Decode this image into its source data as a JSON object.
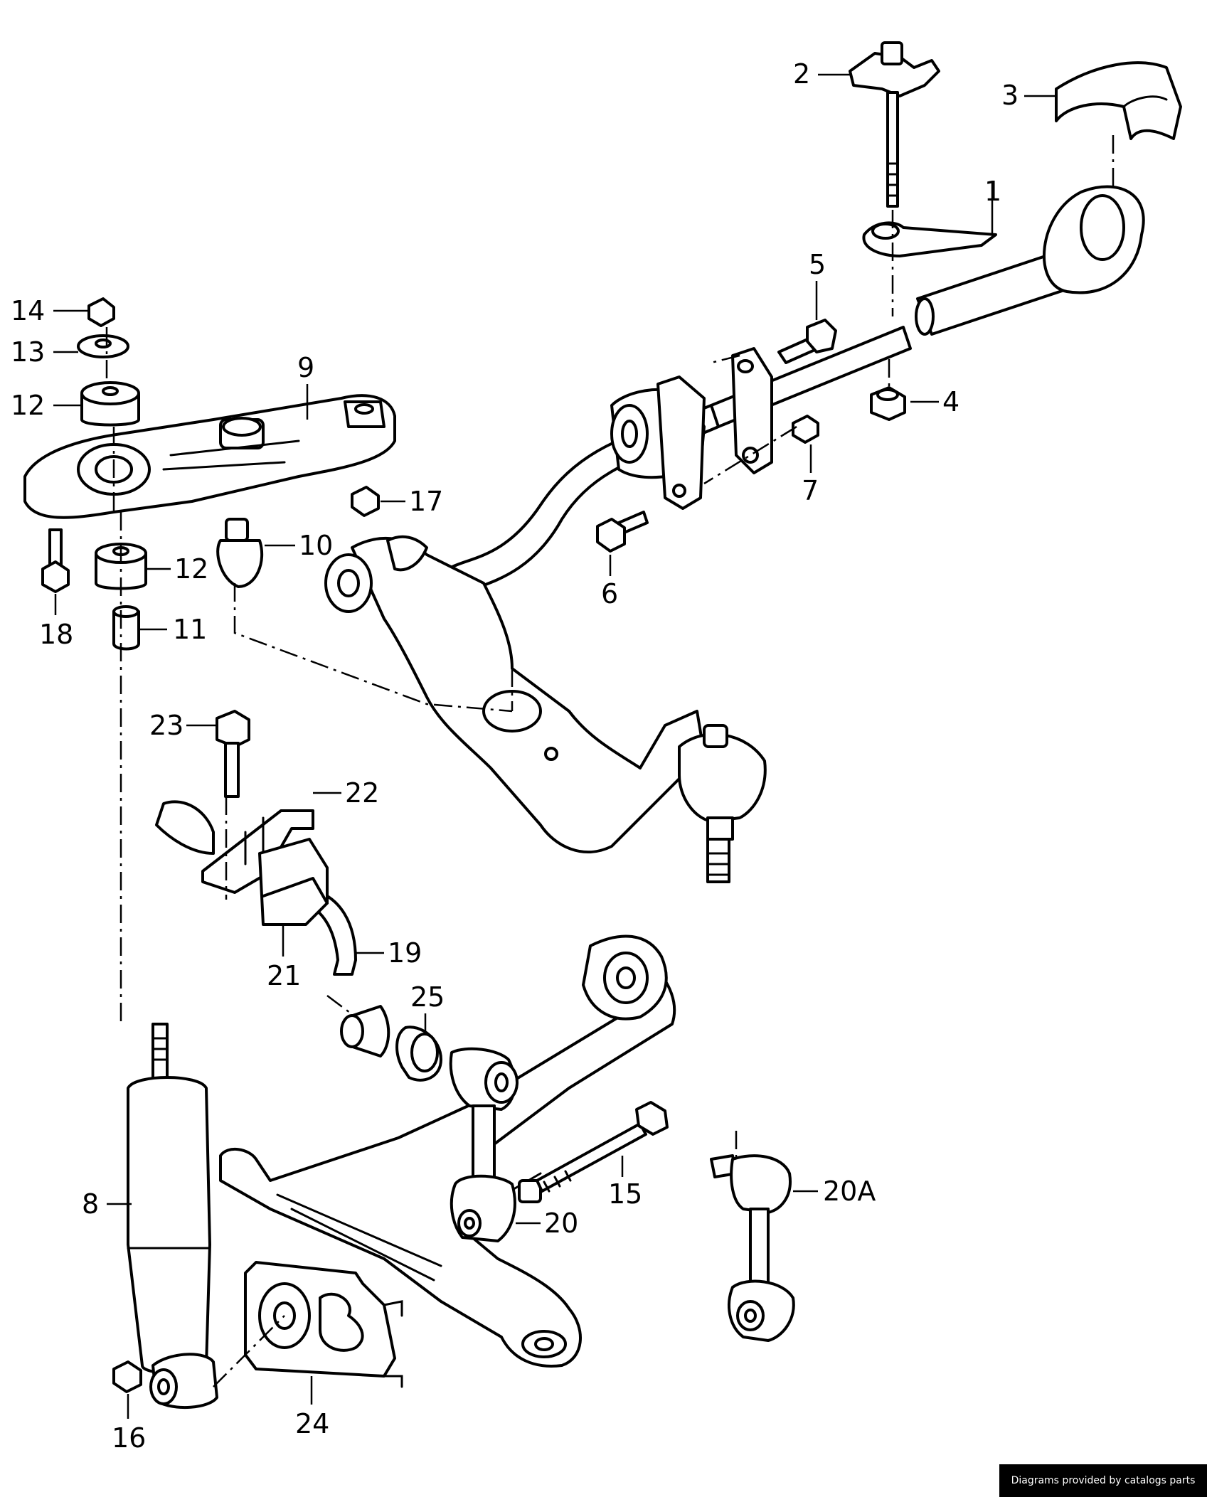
{
  "callouts": {
    "c1": "1",
    "c2": "2",
    "c3": "3",
    "c4": "4",
    "c5": "5",
    "c6": "6",
    "c7": "7",
    "c8": "8",
    "c9": "9",
    "c10": "10",
    "c11": "11",
    "c12a": "12",
    "c12b": "12",
    "c13": "13",
    "c14": "14",
    "c15": "15",
    "c16": "16",
    "c17": "17",
    "c18": "18",
    "c19": "19",
    "c20": "20",
    "c20A": "20A",
    "c21": "21",
    "c22": "22",
    "c23": "23",
    "c24": "24",
    "c25": "25"
  },
  "footer": {
    "credit": "Diagrams provided by catalogs parts"
  }
}
